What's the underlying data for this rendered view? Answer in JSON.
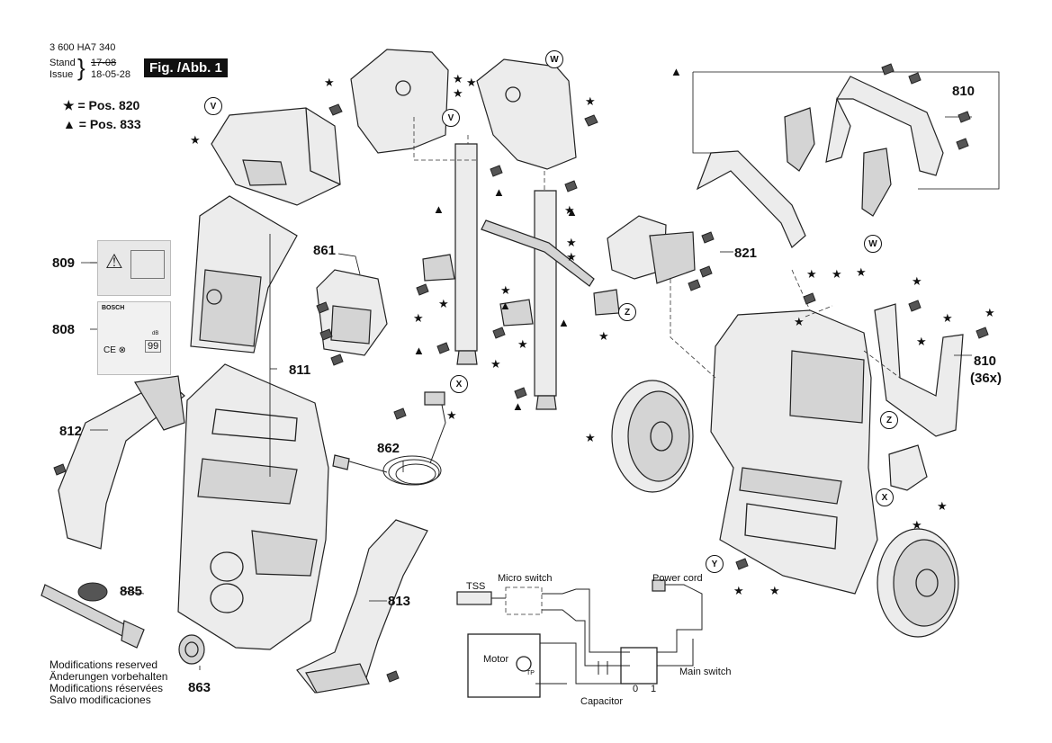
{
  "header": {
    "part_number": "3 600 HA7 340",
    "stand_label": "Stand",
    "issue_label": "Issue",
    "stand_value": "17-08",
    "issue_value": "18-05-28",
    "fig_label": "Fig. /Abb. 1"
  },
  "legend": {
    "star_text": "= Pos. 820",
    "triangle_text": "= Pos. 833"
  },
  "callouts": {
    "v": "V",
    "w": "W",
    "x": "X",
    "y": "Y",
    "z": "Z"
  },
  "part_labels": {
    "p809": "809",
    "p808": "808",
    "p861": "861",
    "p811": "811",
    "p812": "812",
    "p862": "862",
    "p885": "885",
    "p863": "863",
    "p813": "813",
    "p821": "821",
    "p810_top": "810",
    "p810_side": "810",
    "p810_qty": "(36x)"
  },
  "sticker": {
    "brand": "BOSCH",
    "level": "99",
    "unit": "dB"
  },
  "circuit": {
    "micro_switch": "Micro switch",
    "tss": "TSS",
    "power_cord": "Power cord",
    "motor": "Motor",
    "main_switch": "Main switch",
    "capacitor": "Capacitor",
    "tp": "TP",
    "pos0": "0",
    "pos1": "1"
  },
  "modifications": [
    "Modifications reserved",
    "Änderungen vorbehalten",
    "Modifications réservées",
    "Salvo modificaciones"
  ]
}
